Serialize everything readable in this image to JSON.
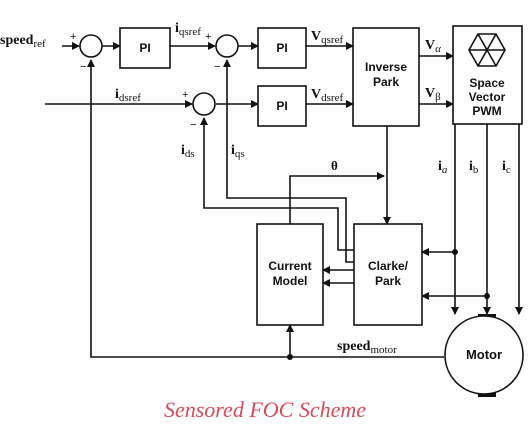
{
  "signals": {
    "speed_ref": {
      "main": "speed",
      "sub": "ref"
    },
    "iqsref": {
      "main": "i",
      "sub": "qsref"
    },
    "idsref": {
      "main": "i",
      "sub": "dsref"
    },
    "vqsref": {
      "main": "V",
      "sub": "qsref"
    },
    "vdsref": {
      "main": "V",
      "sub": "dsref"
    },
    "valpha": {
      "main": "V",
      "sub": "α"
    },
    "vbeta": {
      "main": "V",
      "sub": "β"
    },
    "ids": {
      "main": "i",
      "sub": "ds"
    },
    "iqs": {
      "main": "i",
      "sub": "qs"
    },
    "theta": "θ",
    "ia": {
      "main": "i",
      "sub": "a"
    },
    "ib": {
      "main": "i",
      "sub": "b"
    },
    "ic": {
      "main": "i",
      "sub": "c"
    },
    "speed_motor": {
      "main": "speed",
      "sub": "motor"
    }
  },
  "blocks": {
    "pi_speed": "PI",
    "pi_q": "PI",
    "pi_d": "PI",
    "inverse_park": [
      "Inverse",
      "Park"
    ],
    "svpwm": [
      "Space",
      "Vector",
      "PWM"
    ],
    "current_model": [
      "Current",
      "Model"
    ],
    "clarke_park": [
      "Clarke/",
      "Park"
    ],
    "motor": "Motor"
  },
  "signs": {
    "plus": "+",
    "minus": "−"
  },
  "caption": {
    "text": "Sensored FOC Scheme",
    "color": "#d94a5a"
  },
  "colors": {
    "line": "#111111",
    "caption": "#d94a5a"
  }
}
